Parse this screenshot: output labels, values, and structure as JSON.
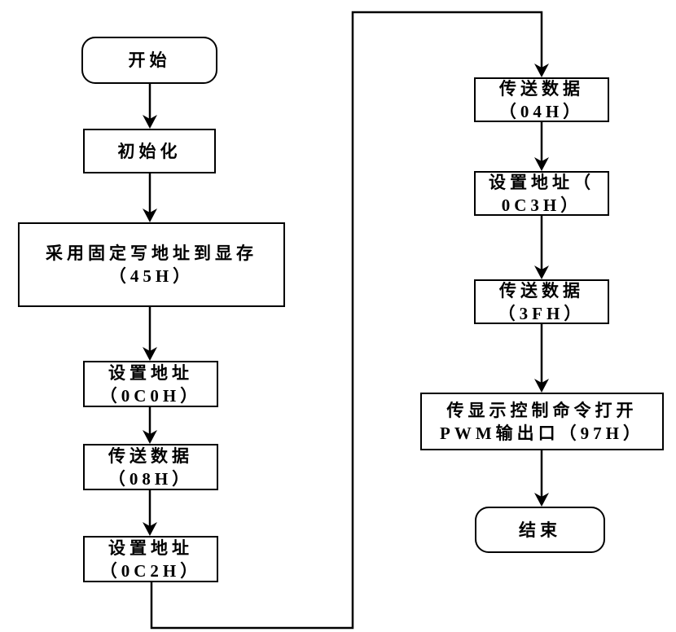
{
  "diagram": {
    "type": "flowchart",
    "colors": {
      "line": "#000000",
      "box_fill": "#ffffff",
      "background": "#ffffff",
      "text": "#000000"
    },
    "nodes": {
      "start": {
        "label": "开始",
        "shape": "terminator"
      },
      "init": {
        "label": "初始化",
        "shape": "process"
      },
      "write_addr": {
        "line1": "采用固定写地址到显存",
        "line2": "（45H）",
        "shape": "process"
      },
      "set_addr_0c0": {
        "line1": "设置地址",
        "line2": "（0C0H）",
        "shape": "process"
      },
      "send_data_08": {
        "line1": "传送数据",
        "line2": "（08H）",
        "shape": "process"
      },
      "set_addr_0c2": {
        "line1": "设置地址",
        "line2": "（0C2H）",
        "shape": "process"
      },
      "send_data_04": {
        "line1": "传送数据",
        "line2": "（04H）",
        "shape": "process"
      },
      "set_addr_0c3": {
        "line1": "设置地址（",
        "line2": "0C3H）",
        "shape": "process"
      },
      "send_data_3f": {
        "line1": "传送数据",
        "line2": "（3FH）",
        "shape": "process"
      },
      "open_pwm": {
        "line1": "传显示控制命令打开",
        "line2": "PWM输出口（97H）",
        "shape": "process"
      },
      "end": {
        "label": "结束",
        "shape": "terminator"
      }
    },
    "edges": [
      {
        "from": "start",
        "to": "init"
      },
      {
        "from": "init",
        "to": "write_addr"
      },
      {
        "from": "write_addr",
        "to": "set_addr_0c0"
      },
      {
        "from": "set_addr_0c0",
        "to": "send_data_08"
      },
      {
        "from": "send_data_08",
        "to": "set_addr_0c2"
      },
      {
        "from": "set_addr_0c2",
        "to": "send_data_04"
      },
      {
        "from": "send_data_04",
        "to": "set_addr_0c3"
      },
      {
        "from": "set_addr_0c3",
        "to": "send_data_3f"
      },
      {
        "from": "send_data_3f",
        "to": "open_pwm"
      },
      {
        "from": "open_pwm",
        "to": "end"
      }
    ]
  }
}
